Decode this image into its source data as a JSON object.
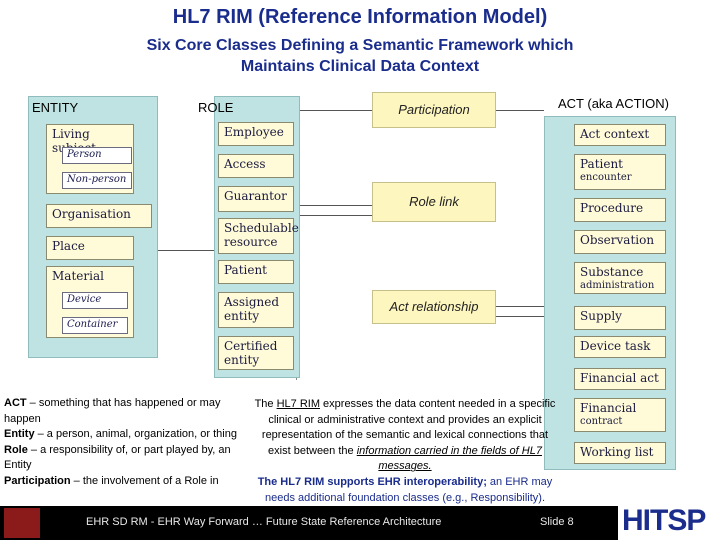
{
  "title": "HL7 RIM (Reference Information Model)",
  "subtitle_line1": "Six Core Classes Defining a Semantic Framework which",
  "subtitle_line2": "Maintains Clinical Data Context",
  "headers": {
    "entity": "ENTITY",
    "role": "ROLE",
    "participation": "Participation",
    "act": "ACT (aka ACTION)",
    "role_link": "Role link",
    "act_relationship": "Act  relationship"
  },
  "entity_boxes": {
    "living_subject": "Living subject",
    "person": "Person",
    "non_person": "Non-person",
    "organisation": "Organisation",
    "place": "Place",
    "material": "Material",
    "device": "Device",
    "container": "Container"
  },
  "role_boxes": [
    "Employee",
    "Access",
    "Guarantor",
    "Schedulable resource",
    "Patient",
    "Assigned entity",
    "Certified entity"
  ],
  "act_boxes": [
    {
      "main": "Act context",
      "sub": ""
    },
    {
      "main": "Patient",
      "sub": "encounter"
    },
    {
      "main": "Procedure",
      "sub": ""
    },
    {
      "main": "Observation",
      "sub": ""
    },
    {
      "main": "Substance",
      "sub": "administration"
    },
    {
      "main": "Supply",
      "sub": ""
    },
    {
      "main": "Device task",
      "sub": ""
    },
    {
      "main": "Financial act",
      "sub": ""
    },
    {
      "main": "Financial",
      "sub": "contract"
    },
    {
      "main": "Working list",
      "sub": ""
    }
  ],
  "definitions": {
    "act_term": "ACT",
    "act_def": " – something that has happened or may happen",
    "entity_term": "Entity",
    "entity_def": " – a person, animal, organization, or thing",
    "role_term": "Role",
    "role_def": " – a responsibility of, or part played by, an Entity",
    "participation_term": "Participation",
    "participation_def": " – the involvement of a Role in"
  },
  "rim_text": {
    "p1_a": "The ",
    "p1_rim": "HL7 RIM",
    "p1_b": " expresses the data content needed in a specific clinical or administrative context and provides an explicit representation of the semantic and lexical connections that exist between the ",
    "p1_info": "information carried in the fields of HL7 messages.",
    "p2_bold": "The HL7 RIM supports EHR interoperability;",
    "p2_rest": " an EHR may needs additional foundation classes (e.g., Responsibility)."
  },
  "footer": {
    "text": "EHR SD RM - EHR Way Forward …  Future State Reference Architecture",
    "slide": "Slide 8",
    "logo": "HITSP"
  },
  "colors": {
    "title": "#1a2c8c",
    "panel": "#bfe3e3",
    "box": "#fffbd8",
    "label_box": "#fdf6bf",
    "footer": "#000000"
  }
}
